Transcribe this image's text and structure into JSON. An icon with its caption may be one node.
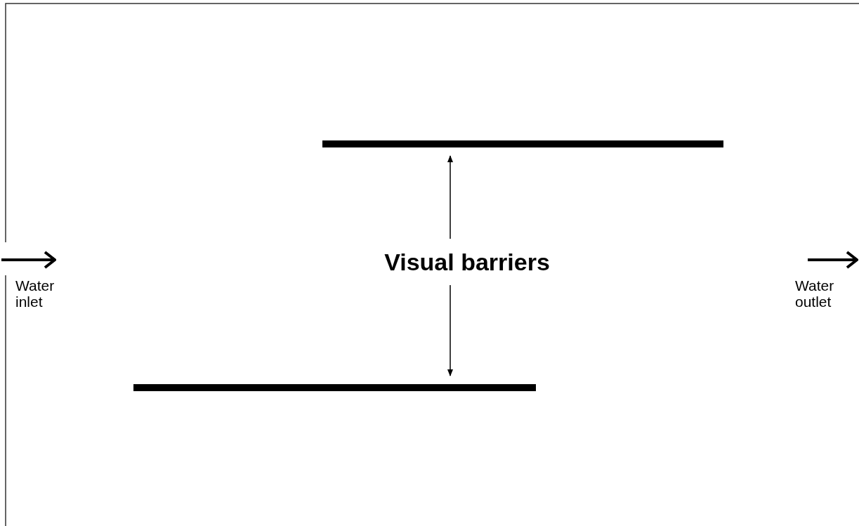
{
  "diagram": {
    "nodes": [
      {
        "text": [],
        "shape": "bar"
      },
      {
        "text": [
          "Visual barriers"
        ]
      },
      {
        "text": [],
        "shape": "bar"
      }
    ],
    "edges": [
      {
        "from": 1,
        "to": 0,
        "arrow": "to"
      },
      {
        "from": 1,
        "to": 2,
        "arrow": "to"
      }
    ],
    "labels": [
      "Water inlet",
      "Water outlet"
    ]
  }
}
